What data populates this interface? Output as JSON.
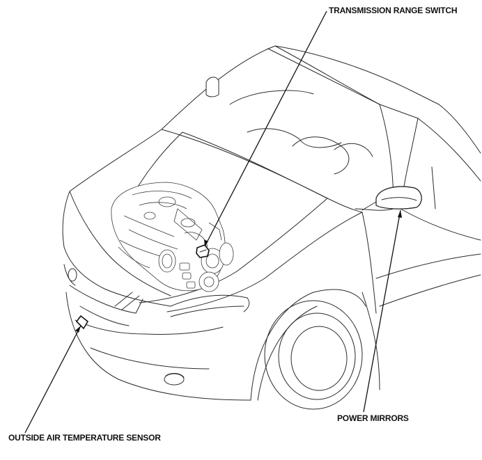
{
  "diagram": {
    "callouts": [
      {
        "id": "trs",
        "label": "TRANSMISSION RANGE SWITCH"
      },
      {
        "id": "pm",
        "label": "POWER MIRRORS"
      },
      {
        "id": "oat",
        "label": "OUTSIDE AIR TEMPERATURE SENSOR"
      }
    ]
  },
  "colors": {
    "line": "#2a2a2a",
    "leader": "#111111",
    "background": "#ffffff"
  }
}
